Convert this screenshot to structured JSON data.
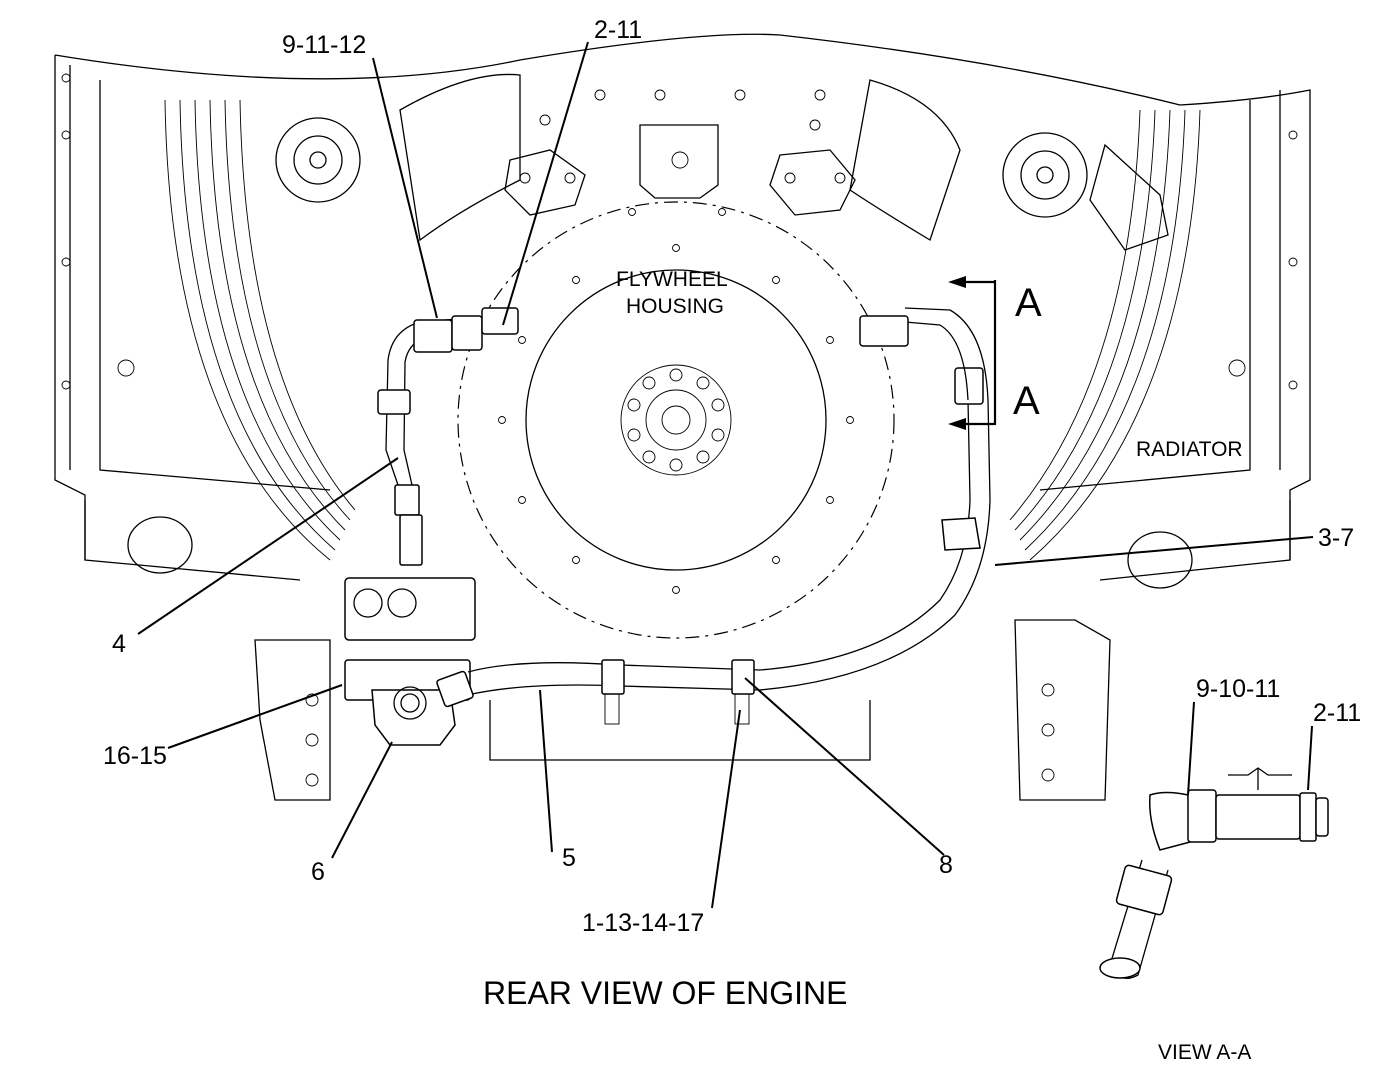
{
  "callouts": {
    "c_9_11_12": "9-11-12",
    "c_2_11_top": "2-11",
    "c_3_7": "3-7",
    "c_4": "4",
    "c_16_15": "16-15",
    "c_6": "6",
    "c_5": "5",
    "c_8": "8",
    "c_1_13_14_17": "1-13-14-17",
    "c_9_10_11": "9-10-11",
    "c_2_11_detail": "2-11"
  },
  "areas": {
    "flywheel_line1": "FLYWHEEL",
    "flywheel_line2": "HOUSING",
    "radiator": "RADIATOR"
  },
  "section_markers": {
    "upper": "A",
    "lower": "A"
  },
  "title": "REAR VIEW OF ENGINE",
  "detail_view_label": "VIEW  A-A"
}
